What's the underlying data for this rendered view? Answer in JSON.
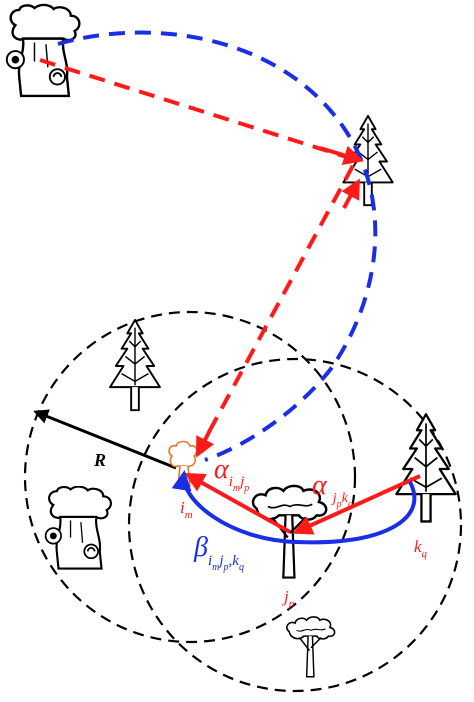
{
  "colors": {
    "red": "#ff1a1a",
    "blue": "#1a2ee6",
    "black": "#000000",
    "orange_outline": "#e8742a"
  },
  "icons": {
    "baobab_tree": "baobab-tree-icon",
    "pine_tree": "pine-tree-icon",
    "acacia_tree": "acacia-tree-icon",
    "node_tree_orange": "orange-tree-outline-icon"
  },
  "labels": {
    "radius": "R",
    "node_i": "i",
    "node_i_sub": "m",
    "node_j": "j",
    "node_j_sub": "p",
    "node_k": "k",
    "node_k_sub": "q",
    "alpha_symbol": "α",
    "alpha_left_sub": "i",
    "alpha_left_subsub1": "m",
    "alpha_left_sub2": "j",
    "alpha_left_subsub2": "p",
    "alpha_right_sub": "j",
    "alpha_right_subsub1": "p",
    "alpha_right_sub2": "k",
    "alpha_right_subsub2": "q",
    "beta_symbol": "β",
    "beta_sub_i": "i",
    "beta_sub_m": "m",
    "beta_sub_j": "j",
    "beta_sub_p": "p",
    "beta_sub_comma": ",",
    "beta_sub_k": "k",
    "beta_sub_q": "q"
  }
}
